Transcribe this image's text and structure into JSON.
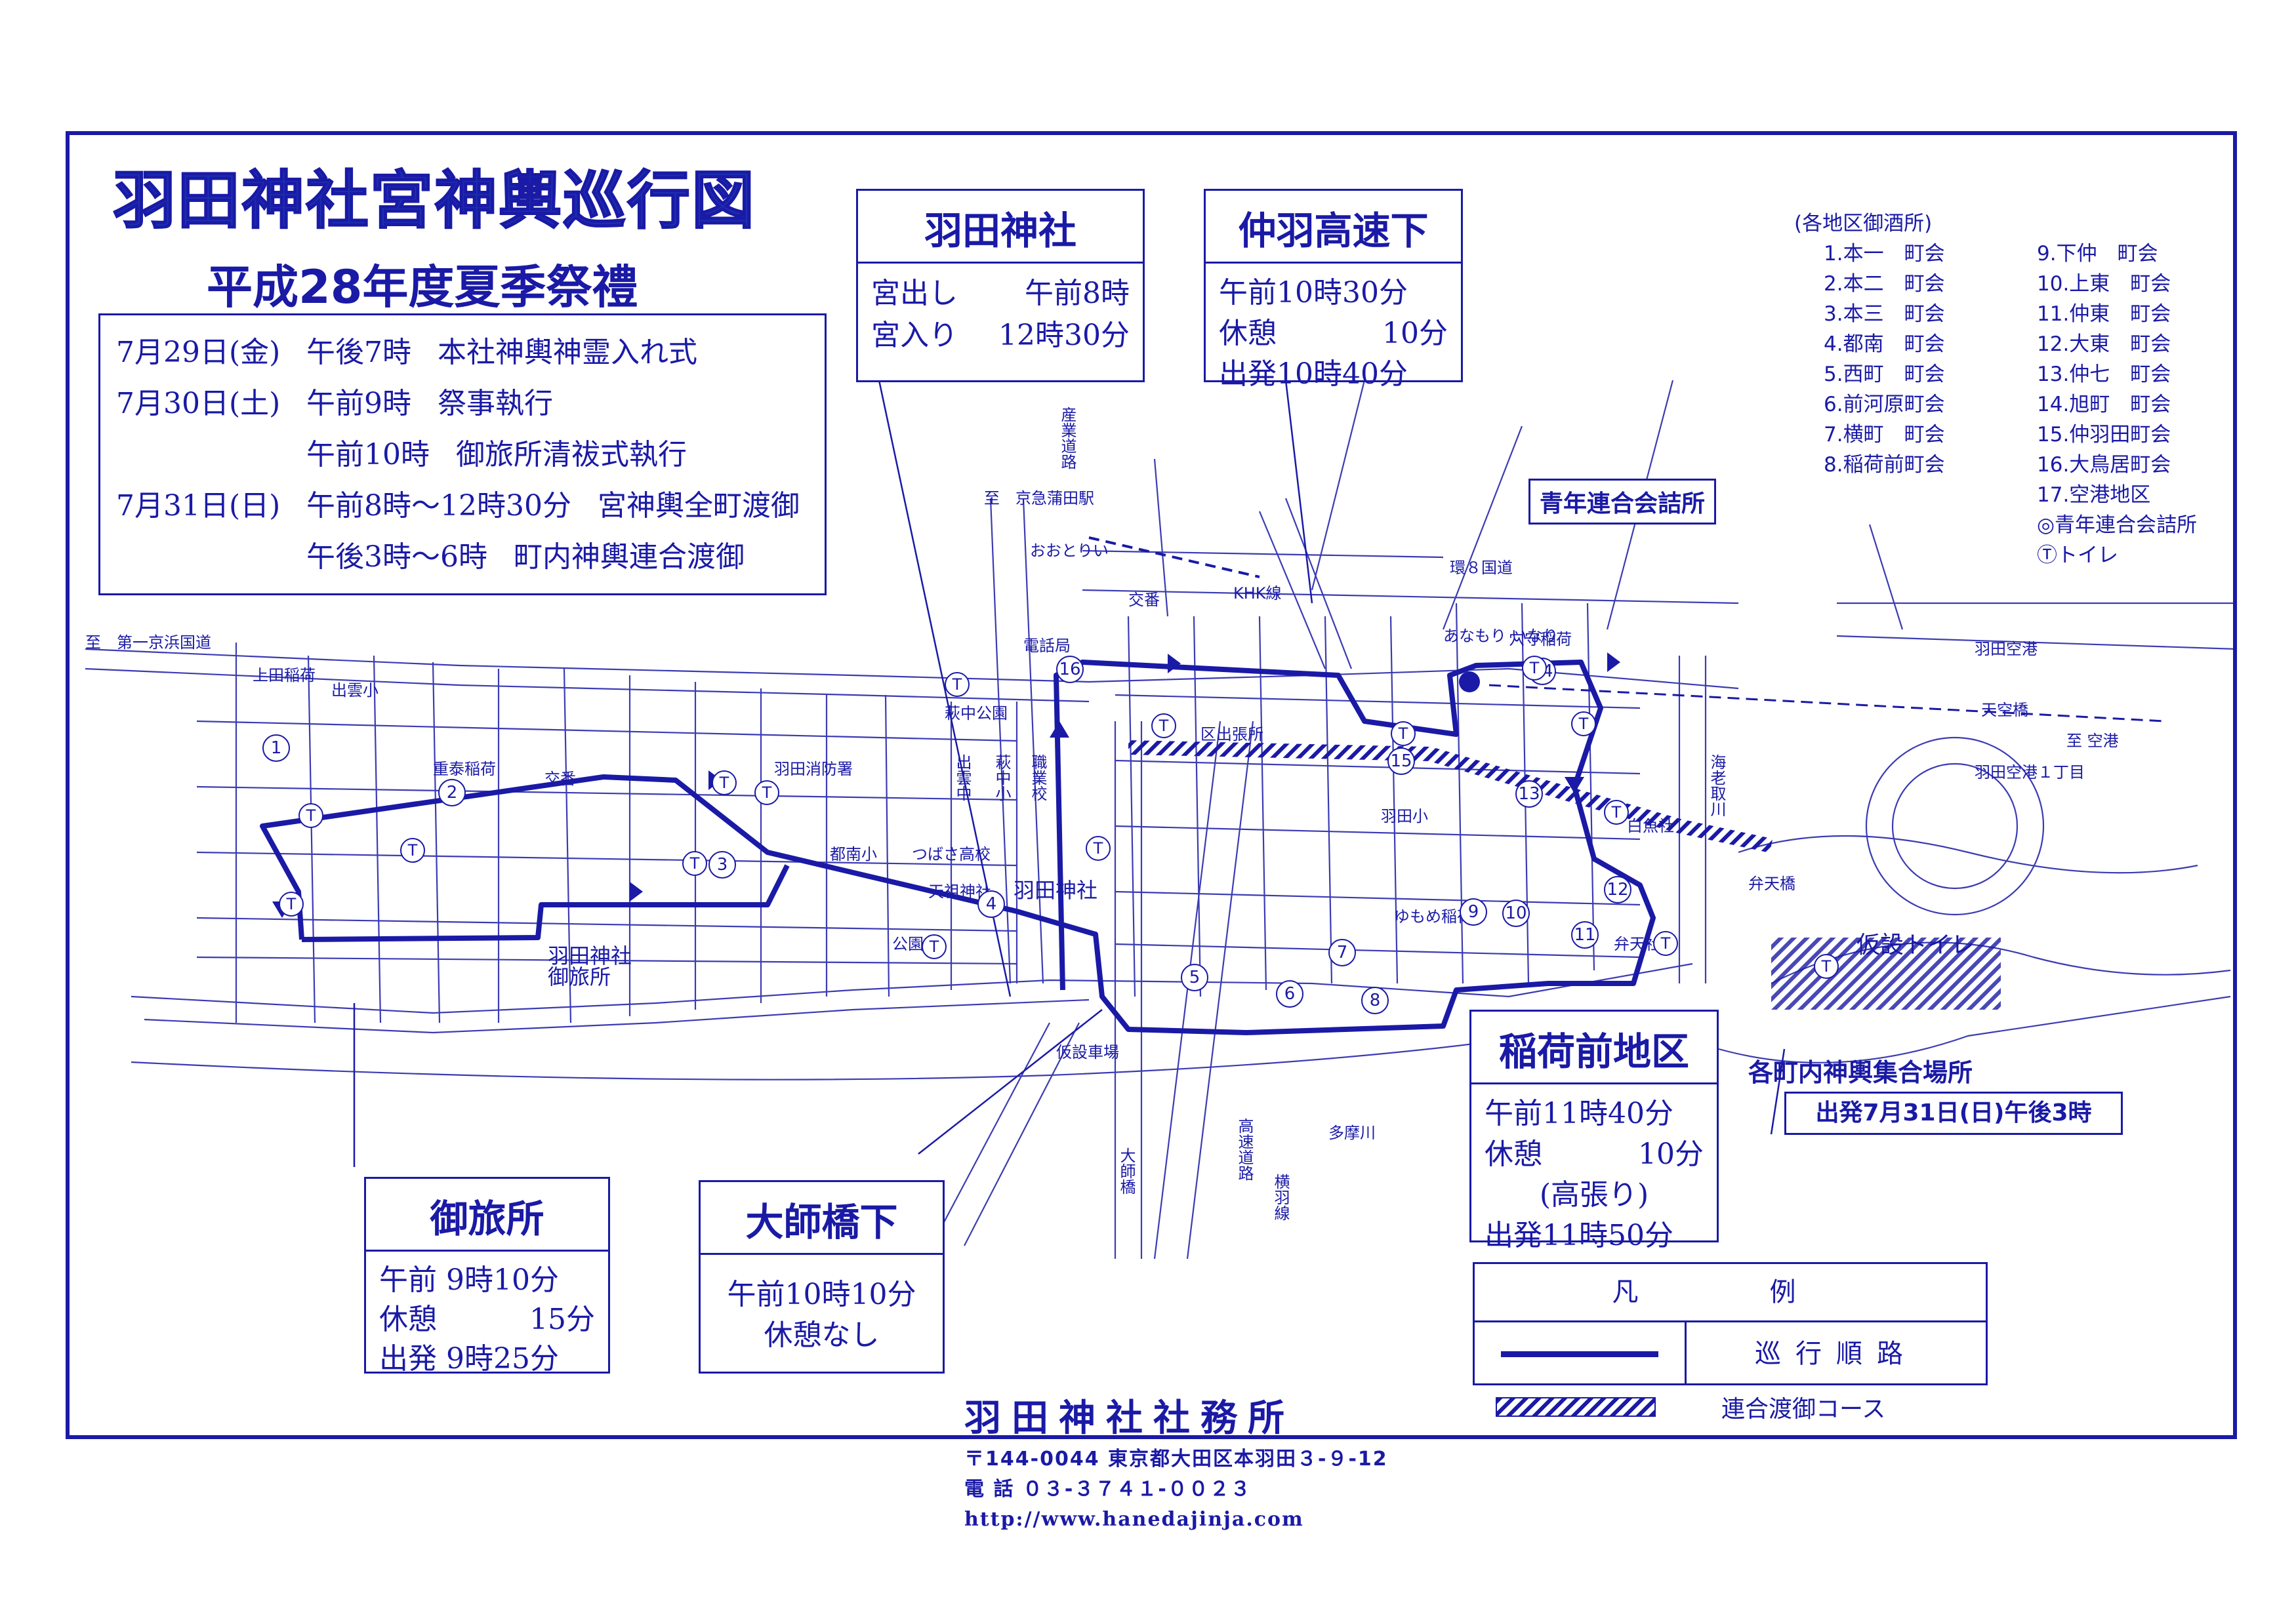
{
  "title": "羽田神社宮神輿巡行図",
  "subtitle": "平成28年度夏季祭禮",
  "schedule": [
    {
      "date": "7月29日(金)",
      "time": "午後7時",
      "event": "本社神輿神霊入れ式"
    },
    {
      "date": "7月30日(土)",
      "time": "午前9時",
      "event": "祭事執行"
    },
    {
      "date": "",
      "time": "午前10時",
      "event": "御旅所清祓式執行"
    },
    {
      "date": "7月31日(日)",
      "time": "午前8時〜12時30分",
      "event": "宮神輿全町渡御"
    },
    {
      "date": "",
      "time": "午後3時〜6時",
      "event": "町内神輿連合渡御"
    }
  ],
  "stops": {
    "haneda_jinja": {
      "name": "羽田神社",
      "lines": [
        [
          "宮出し",
          "午前8時"
        ],
        [
          "宮入り",
          "12時30分"
        ]
      ]
    },
    "nakahane": {
      "name": "仲羽高速下",
      "lines": [
        [
          "午前10時30分",
          ""
        ],
        [
          "休憩",
          "10分"
        ],
        [
          "出発10時40分",
          ""
        ]
      ]
    },
    "otabisho": {
      "name": "御旅所",
      "lines": [
        [
          "午前 9時10分",
          ""
        ],
        [
          "休憩",
          "15分"
        ],
        [
          "出発 9時25分",
          ""
        ]
      ]
    },
    "daishibashi": {
      "name": "大師橋下",
      "lines": [
        [
          "午前10時10分",
          ""
        ],
        [
          "休憩なし",
          ""
        ]
      ]
    },
    "inarimae": {
      "name": "稲荷前地区",
      "lines": [
        [
          "午前11時40分",
          ""
        ],
        [
          "休憩",
          "10分"
        ],
        [
          "(高張り)",
          ""
        ],
        [
          "出発11時50分",
          ""
        ]
      ]
    }
  },
  "districts_title": "(各地区御酒所)",
  "districts_left": [
    "1.本一　町会",
    "2.本二　町会",
    "3.本三　町会",
    "4.都南　町会",
    "5.西町　町会",
    "6.前河原町会",
    "7.横町　町会",
    "8.稲荷前町会"
  ],
  "districts_right": [
    "9.下仲　町会",
    "10.上東　町会",
    "11.仲東　町会",
    "12.大東　町会",
    "13.仲七　町会",
    "14.旭町　町会",
    "15.仲羽田町会",
    "16.大鳥居町会",
    "17.空港地区",
    "◎青年連合会詰所",
    "Ⓣトイレ"
  ],
  "callouts": {
    "seinen": "青年連合会詰所",
    "kasetsu": "仮設トイレ"
  },
  "assembly": {
    "label": "各町内神輿集合場所",
    "departure": "出発7月31日(日)午後3時"
  },
  "legend": {
    "title": "凡　例",
    "route": "巡行順路",
    "joint": "連合渡御コース"
  },
  "footer": {
    "org": "羽田神社社務所",
    "address": "〒144-0044 東京都大田区本羽田３-９-12",
    "phone": "電 話 ０３-３７４１-００２３",
    "url": "http://www.hanedajinja.com"
  },
  "map_labels": {
    "l1": "至　第一京浜国道",
    "l2": "上田稲荷",
    "l3": "出雲小",
    "l4": "重泰稲荷",
    "l5": "交番",
    "l6": "羽田消防署",
    "l7": "羽田神社",
    "l8": "羽田神社",
    "l9": "御旅所",
    "l10": "都南小",
    "l11": "天祖神社",
    "l12": "公園",
    "l13": "つばさ高校",
    "l14": "出雲中",
    "l15": "萩中小",
    "l16": "職業校",
    "l17": "萩中公園",
    "l18": "電話局",
    "l19": "区出張所",
    "l20": "産業道路",
    "l21": "至　京急蒲田駅",
    "l22": "おおとりい",
    "l23": "KHK線",
    "l24": "環８国道",
    "l25": "穴守稲荷",
    "l26": "白魚社",
    "l27": "羽田小",
    "l28": "ゆもめ稲荷",
    "l29": "弁天社",
    "l30": "海老取川",
    "l31": "弁天橋",
    "l32": "羽田空港",
    "l33": "天空橋",
    "l34": "至 空港",
    "l35": "羽田空港１丁目",
    "l36": "仮設車場",
    "l37": "多摩川",
    "l38": "大師橋",
    "l39": "高速道路",
    "l40": "横羽線",
    "l41": "あなもり いなり",
    "l42": "交番"
  },
  "numbers": [
    "1",
    "2",
    "3",
    "4",
    "5",
    "6",
    "7",
    "8",
    "9",
    "10",
    "11",
    "12",
    "13",
    "14",
    "15",
    "16"
  ],
  "toilet_mark": "T",
  "colors": {
    "ink": "#1a1aa6"
  }
}
